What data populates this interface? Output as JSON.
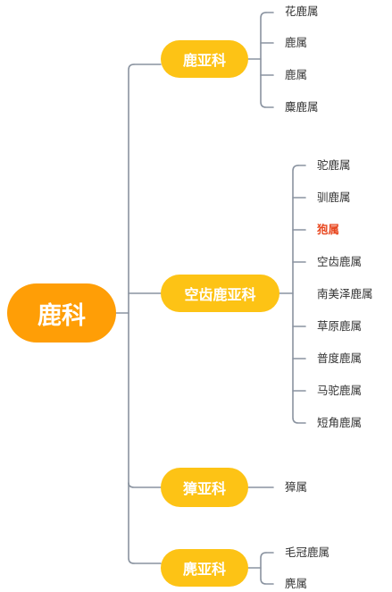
{
  "diagram": {
    "root": {
      "label": "鹿科"
    },
    "subfamilies": [
      {
        "label": "鹿亚科",
        "genera": [
          "花鹿属",
          "鹿属",
          "鹿属",
          "麋鹿属"
        ]
      },
      {
        "label": "空齿鹿亚科",
        "genera": [
          "驼鹿属",
          "驯鹿属",
          "狍属",
          "空齿鹿属",
          "南美泽鹿属",
          "草原鹿属",
          "普度鹿属",
          "马驼鹿属",
          "短角鹿属"
        ]
      },
      {
        "label": "獐亚科",
        "genera": [
          "獐属"
        ]
      },
      {
        "label": "麂亚科",
        "genera": [
          "毛冠鹿属",
          "麂属"
        ]
      }
    ],
    "highlighted_genus": "狍属",
    "colors": {
      "root": "#FF9E06",
      "subfamily": "#FDC315",
      "connector": "#8A93A0",
      "text": "#333333",
      "highlight": "#E8461E"
    }
  }
}
